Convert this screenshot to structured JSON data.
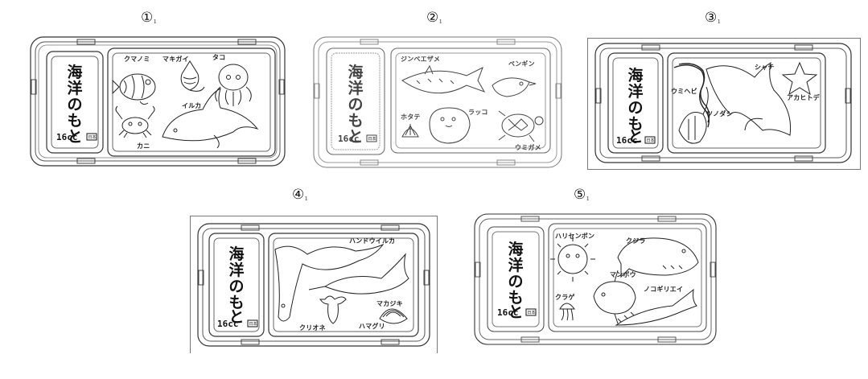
{
  "figures": [
    {
      "number": "①",
      "product_name": [
        "海",
        "洋",
        "の",
        "も",
        "と"
      ],
      "volume": "16cc",
      "badge": "日本",
      "animals": [
        {
          "name": "クマノミ"
        },
        {
          "name": "マキガイ"
        },
        {
          "name": "タコ"
        },
        {
          "name": "カニ"
        },
        {
          "name": "イルカ"
        }
      ]
    },
    {
      "number": "②",
      "product_name": [
        "海",
        "洋",
        "の",
        "も",
        "と"
      ],
      "volume": "16cc",
      "badge": "日本",
      "animals": [
        {
          "name": "ジンベエザメ"
        },
        {
          "name": "ペンギン"
        },
        {
          "name": "ホタテ"
        },
        {
          "name": "ラッコ"
        },
        {
          "name": "ウミガメ"
        }
      ]
    },
    {
      "number": "③",
      "product_name": [
        "海",
        "洋",
        "の",
        "も",
        "と"
      ],
      "volume": "16cc",
      "badge": "日本",
      "animals": [
        {
          "name": "シャチ"
        },
        {
          "name": "ウミヘビ"
        },
        {
          "name": "アカヒトデ"
        },
        {
          "name": "ツノダシ"
        }
      ]
    },
    {
      "number": "④",
      "product_name": [
        "海",
        "洋",
        "の",
        "も",
        "と"
      ],
      "volume": "16cc",
      "badge": "日本",
      "animals": [
        {
          "name": "ハンドウイルカ"
        },
        {
          "name": "マカジキ"
        },
        {
          "name": "クリオネ"
        },
        {
          "name": "ハマグリ"
        }
      ]
    },
    {
      "number": "⑤",
      "product_name": [
        "海",
        "洋",
        "の",
        "も",
        "と"
      ],
      "volume": "16cc",
      "badge": "日本",
      "animals": [
        {
          "name": "ハリセンボン"
        },
        {
          "name": "クジラ"
        },
        {
          "name": "マンボウ"
        },
        {
          "name": "ノコギリエイ"
        },
        {
          "name": "クラゲ"
        }
      ]
    }
  ]
}
